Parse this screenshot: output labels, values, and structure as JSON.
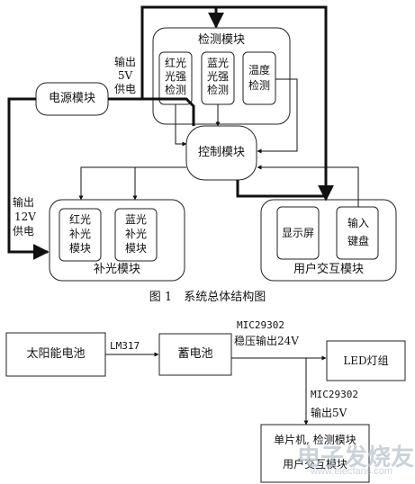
{
  "figure1": {
    "detect_module": "检测模块",
    "red_detect": "红光光强检测",
    "blue_detect": "蓝光光强检测",
    "temp_detect": "温度检测",
    "power_module": "电源模块",
    "out_5v": [
      "输出",
      "5V",
      "供电"
    ],
    "control_module": "控制模块",
    "out_12v": [
      "输出",
      "12V",
      "供电"
    ],
    "red_fill": "红光补光模块",
    "blue_fill": "蓝光补光模块",
    "fill_module": "补光模块",
    "display": "显示屏",
    "keyboard": "输入键盘",
    "ui_module": "用户交互模块",
    "caption": "图 1　系统总体结构图"
  },
  "figure2": {
    "solar": "太阳能电池",
    "lm317": "LM317",
    "battery": "蓄电池",
    "mic1_a": "MIC29302",
    "mic1_b": "稳压输出24V",
    "led": "LED灯组",
    "mic2_a": "MIC29302",
    "mic2_b": "输出5V",
    "mcu_line1": "单片机, 检测模块",
    "mcu_line2": "用户交互模块"
  },
  "watermark": {
    "main": "电子发烧友",
    "site": "www.elecfans.com"
  }
}
